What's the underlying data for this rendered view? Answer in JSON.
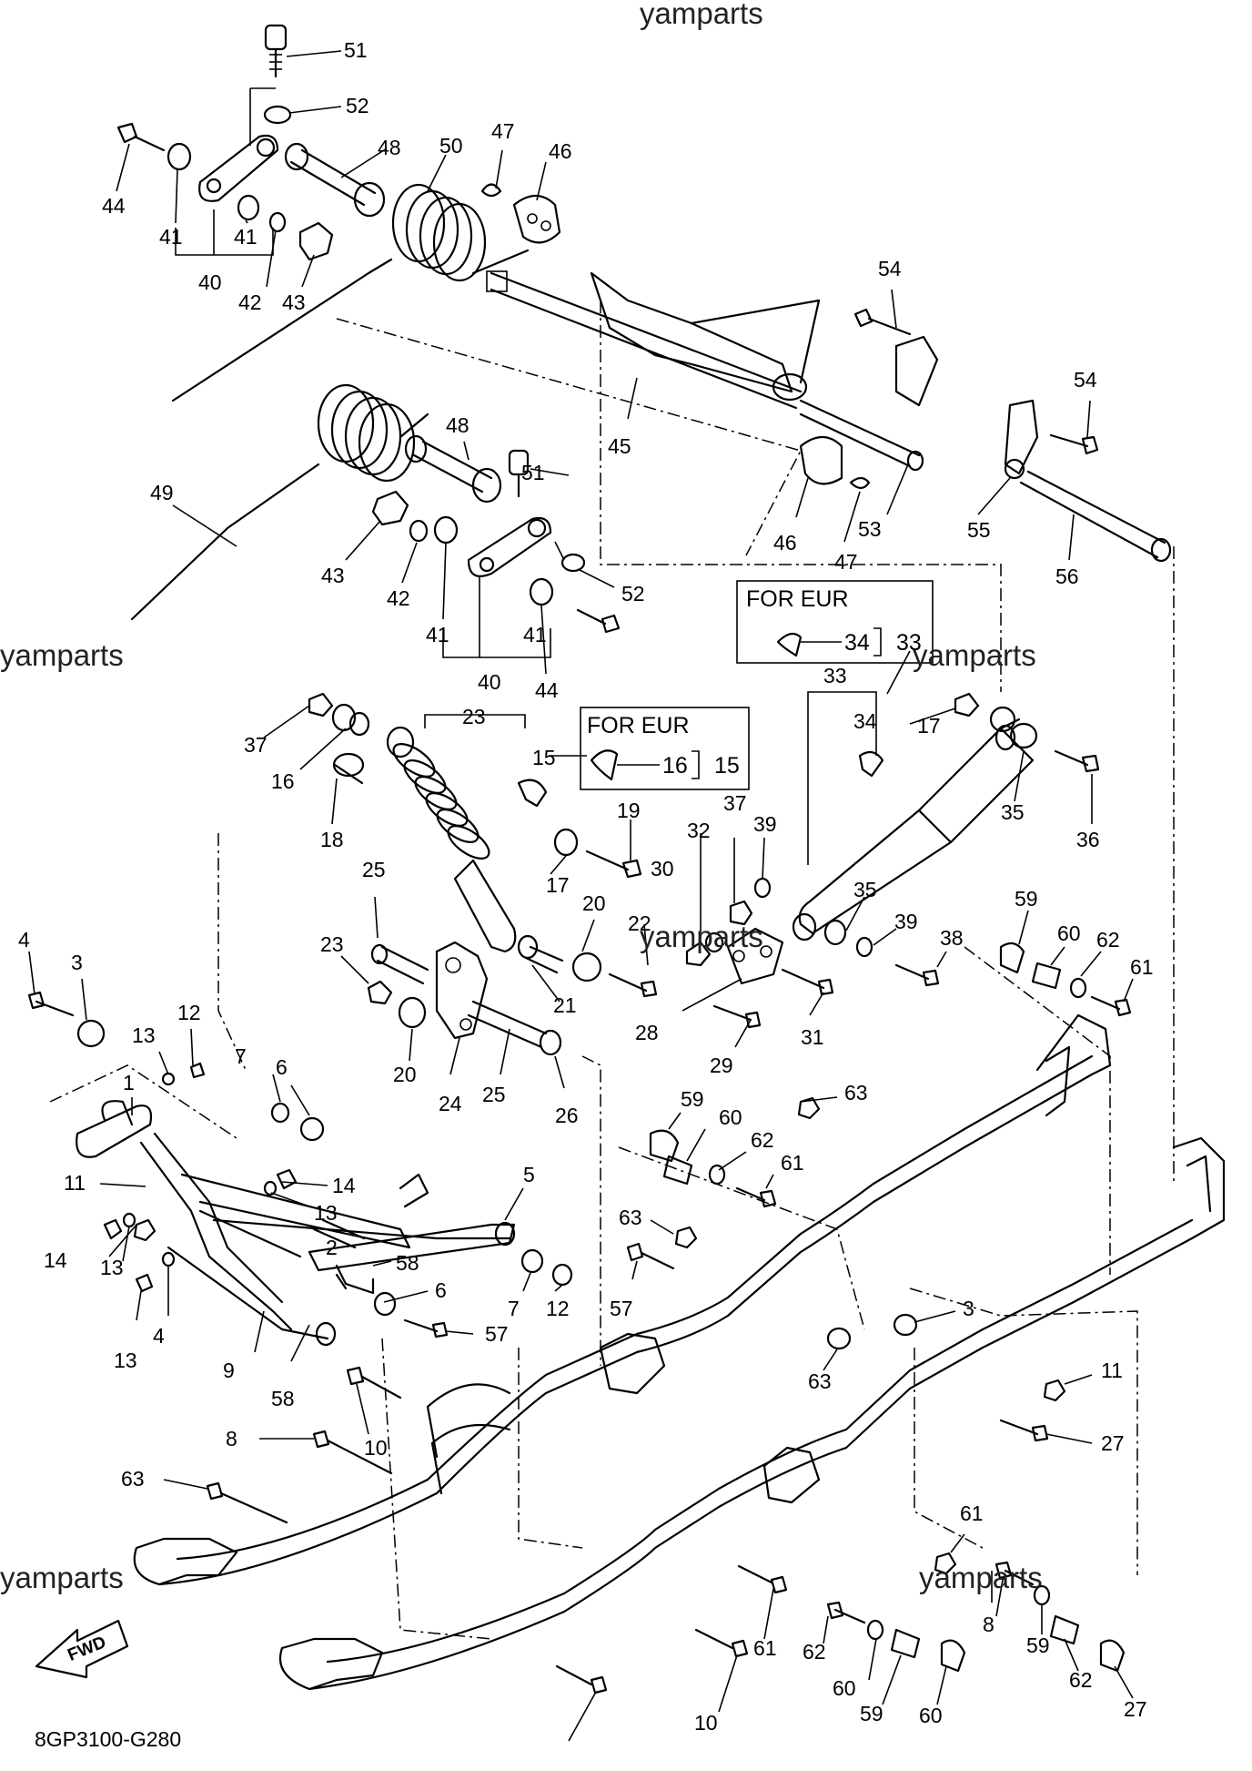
{
  "watermark": "yamparts",
  "diagram_code": "8GP3100-G280",
  "fwd_label": "FWD",
  "eur_boxes": [
    {
      "title": "FOR EUR",
      "part": "34",
      "assembly": "33"
    },
    {
      "title": "FOR EUR",
      "part": "16",
      "assembly": "15"
    }
  ],
  "callouts": [
    "51",
    "52",
    "44",
    "41",
    "48",
    "50",
    "47",
    "46",
    "41",
    "40",
    "42",
    "43",
    "54",
    "45",
    "54",
    "48",
    "51",
    "49",
    "43",
    "42",
    "41",
    "52",
    "46",
    "47",
    "53",
    "55",
    "56",
    "41",
    "40",
    "44",
    "33",
    "34",
    "37",
    "23",
    "15",
    "16",
    "17",
    "35",
    "36",
    "18",
    "19",
    "17",
    "32",
    "37",
    "39",
    "30",
    "25",
    "20",
    "22",
    "35",
    "39",
    "38",
    "59",
    "60",
    "62",
    "61",
    "4",
    "3",
    "23",
    "21",
    "28",
    "31",
    "12",
    "13",
    "20",
    "24",
    "25",
    "26",
    "29",
    "7",
    "6",
    "1",
    "59",
    "60",
    "63",
    "62",
    "61",
    "11",
    "14",
    "5",
    "13",
    "63",
    "14",
    "13",
    "2",
    "58",
    "57",
    "3",
    "6",
    "7",
    "12",
    "13",
    "4",
    "57",
    "63",
    "11",
    "9",
    "58",
    "27",
    "8",
    "10",
    "63",
    "61",
    "8",
    "61",
    "62",
    "60",
    "59",
    "60",
    "62",
    "59",
    "27",
    "10"
  ]
}
